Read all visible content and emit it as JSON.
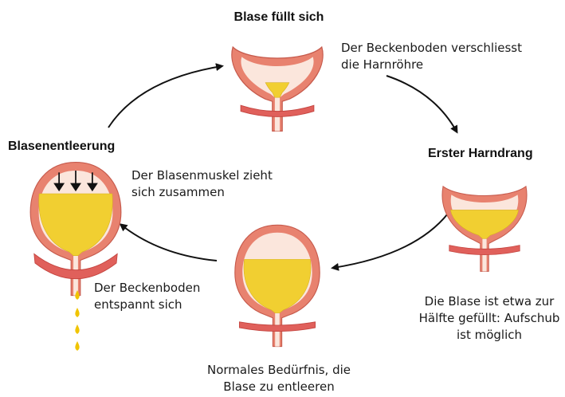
{
  "colors": {
    "wall": "#e8826f",
    "wall_outline": "#c65a4c",
    "inner": "#fbe6dc",
    "muscle": "#e0605b",
    "urine": "#f1cf31",
    "urine_dark": "#d7b01e",
    "drop": "#f0c400",
    "arrow": "#111111"
  },
  "stages": [
    {
      "title": "Blase füllt sich",
      "description": "Der Beckenboden verschliesst die Harnröhre",
      "fill_fraction": 0.2
    },
    {
      "title": "Erster Harndrang",
      "description": "Die Blase ist etwa zur Hälfte gefüllt: Aufschub ist möglich",
      "fill_fraction": 0.5
    },
    {
      "title": "",
      "description": "Normales Bedürfnis, die Blase zu entleeren",
      "fill_fraction": 0.8
    },
    {
      "title": "Blasenentleerung",
      "description": "Der Blasenmuskel zieht sich zusammen",
      "description_2": "Der Beckenboden entspannt sich",
      "fill_fraction": 0.85
    }
  ]
}
